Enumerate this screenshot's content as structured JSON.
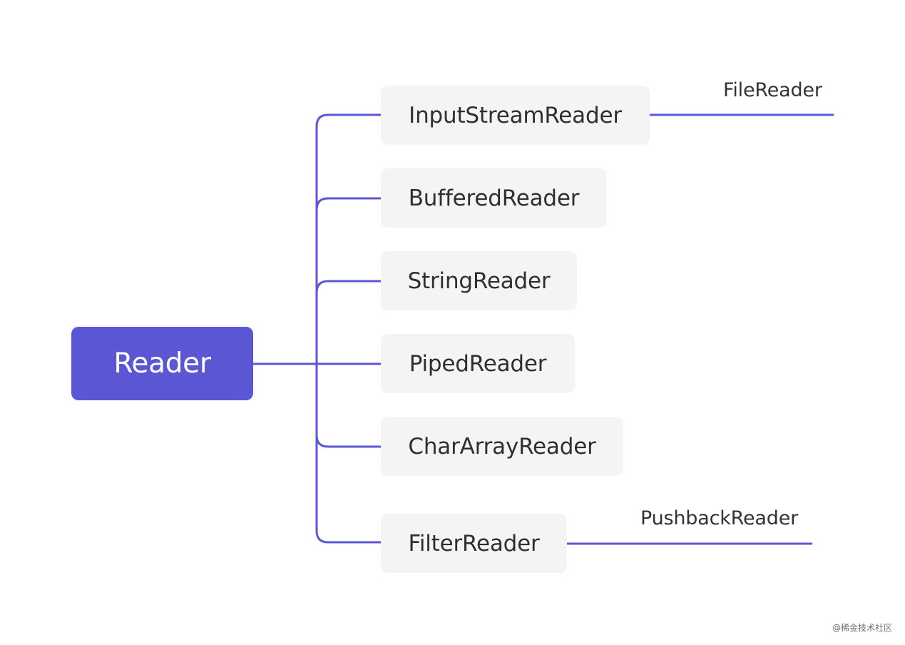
{
  "diagram": {
    "root": {
      "label": "Reader"
    },
    "children": [
      {
        "id": "input-stream-reader",
        "label": "InputStreamReader"
      },
      {
        "id": "buffered-reader",
        "label": "BufferedReader"
      },
      {
        "id": "string-reader",
        "label": "StringReader"
      },
      {
        "id": "piped-reader",
        "label": "PipedReader"
      },
      {
        "id": "char-array-reader",
        "label": "CharArrayReader"
      },
      {
        "id": "filter-reader",
        "label": "FilterReader"
      }
    ],
    "leaves": [
      {
        "parent": "input-stream-reader",
        "label": "FileReader"
      },
      {
        "parent": "filter-reader",
        "label": "PushbackReader"
      }
    ]
  },
  "watermark": {
    "text": "@稀金技术社区"
  },
  "colors": {
    "accent": "#5b57d4",
    "node_fill": "#f4f4f5",
    "line": "#5b57d4",
    "text": "#2f2f33"
  }
}
